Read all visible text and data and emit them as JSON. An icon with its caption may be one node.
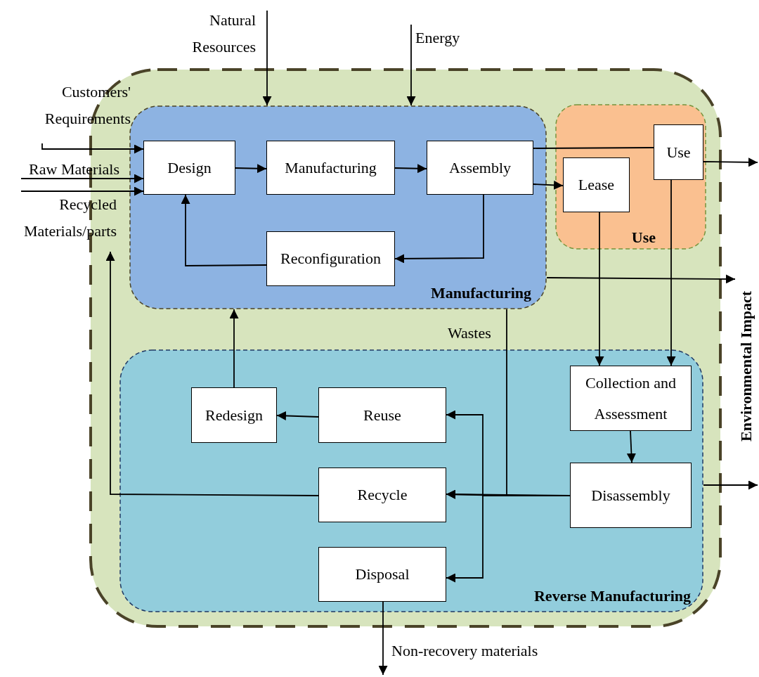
{
  "diagram": {
    "nodes": [
      {
        "text": [],
        "shape": "box"
      },
      {
        "text": [
          "Manufacturing"
        ],
        "in": 0
      },
      {
        "text": [
          "Design"
        ],
        "in": 1
      },
      {
        "text": [
          "Manufacturing"
        ],
        "in": 1
      },
      {
        "text": [
          "Assembly"
        ],
        "in": 1
      },
      {
        "text": [
          "Reconfiguration"
        ],
        "in": 1
      },
      {
        "text": [
          "Use"
        ],
        "in": 0
      },
      {
        "text": [
          "Lease"
        ],
        "in": 6
      },
      {
        "text": [
          "Use"
        ],
        "in": 6
      },
      {
        "text": [
          "Reverse Manufacturing"
        ],
        "in": 0
      },
      {
        "text": [
          "Collection and Assessment"
        ],
        "in": 9
      },
      {
        "text": [
          "Disassembly"
        ],
        "in": 9
      },
      {
        "text": [
          "Reuse"
        ],
        "in": 9
      },
      {
        "text": [
          "Redesign"
        ],
        "in": 9
      },
      {
        "text": [
          "Recycle"
        ],
        "in": 9
      },
      {
        "text": [
          "Disposal"
        ],
        "in": 9
      },
      {
        "text": [
          "Natural Resources"
        ]
      },
      {
        "text": [
          "Energy"
        ]
      },
      {
        "text": [
          "Customers' Requirements"
        ]
      },
      {
        "text": [
          "Raw Materials"
        ]
      },
      {
        "text": [
          "Recycled Materials/parts"
        ]
      },
      {
        "text": [
          "Environmental Impact"
        ]
      }
    ],
    "edges": [
      {
        "from": 16,
        "to": 1,
        "arrow": "to"
      },
      {
        "from": 17,
        "to": 1,
        "arrow": "to"
      },
      {
        "from": 18,
        "to": 2,
        "arrow": "to"
      },
      {
        "from": 19,
        "to": 2,
        "arrow": "to"
      },
      {
        "from": 20,
        "to": 2,
        "arrow": "to"
      },
      {
        "from": 2,
        "to": 3,
        "arrow": "to"
      },
      {
        "from": 3,
        "to": 4,
        "arrow": "to"
      },
      {
        "from": 4,
        "to": 7,
        "arrow": "to"
      },
      {
        "from": 4,
        "to": 8,
        "arrow": "none"
      },
      {
        "from": 4,
        "to": 5,
        "arrow": "to"
      },
      {
        "from": 5,
        "to": 2,
        "arrow": "to"
      },
      {
        "from": 7,
        "to": 10,
        "arrow": "to"
      },
      {
        "from": 8,
        "to": 10,
        "arrow": "to"
      },
      {
        "from": 10,
        "to": 11,
        "arrow": "to"
      },
      {
        "from": 11,
        "to": 14,
        "arrow": "to"
      },
      {
        "from": 11,
        "to": 12,
        "arrow": "to"
      },
      {
        "from": 11,
        "to": 15,
        "arrow": "to"
      },
      {
        "from": 1,
        "to": 14,
        "arrow": "to",
        "label": "Wastes"
      },
      {
        "from": 12,
        "to": 13,
        "arrow": "to"
      },
      {
        "from": 13,
        "to": 1,
        "arrow": "to"
      },
      {
        "from": 14,
        "to": 20,
        "arrow": "to"
      },
      {
        "from": 15,
        "to": null,
        "arrow": "to",
        "label": "Non-recovery materials"
      },
      {
        "from": 8,
        "to": null,
        "arrow": "to"
      },
      {
        "from": 1,
        "to": 21,
        "arrow": "to"
      },
      {
        "from": 9,
        "to": null,
        "arrow": "to"
      }
    ]
  }
}
